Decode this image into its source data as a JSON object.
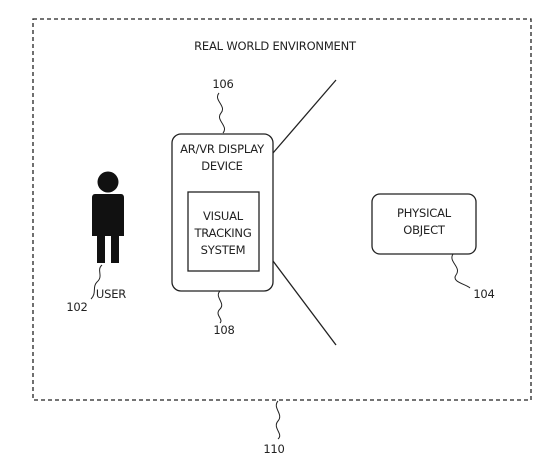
{
  "environment": {
    "title": "REAL WORLD ENVIRONMENT",
    "ref": "110"
  },
  "user": {
    "label": "USER",
    "ref": "102",
    "icon": "person-icon"
  },
  "device": {
    "label_line1": "AR/VR DISPLAY",
    "label_line2": "DEVICE",
    "ref": "106"
  },
  "tracking": {
    "line1": "VISUAL",
    "line2": "TRACKING",
    "line3": "SYSTEM",
    "ref": "108"
  },
  "object": {
    "line1": "PHYSICAL",
    "line2": "OBJECT",
    "ref": "104"
  },
  "colors": {
    "stroke": "#222222",
    "background": "#ffffff"
  }
}
